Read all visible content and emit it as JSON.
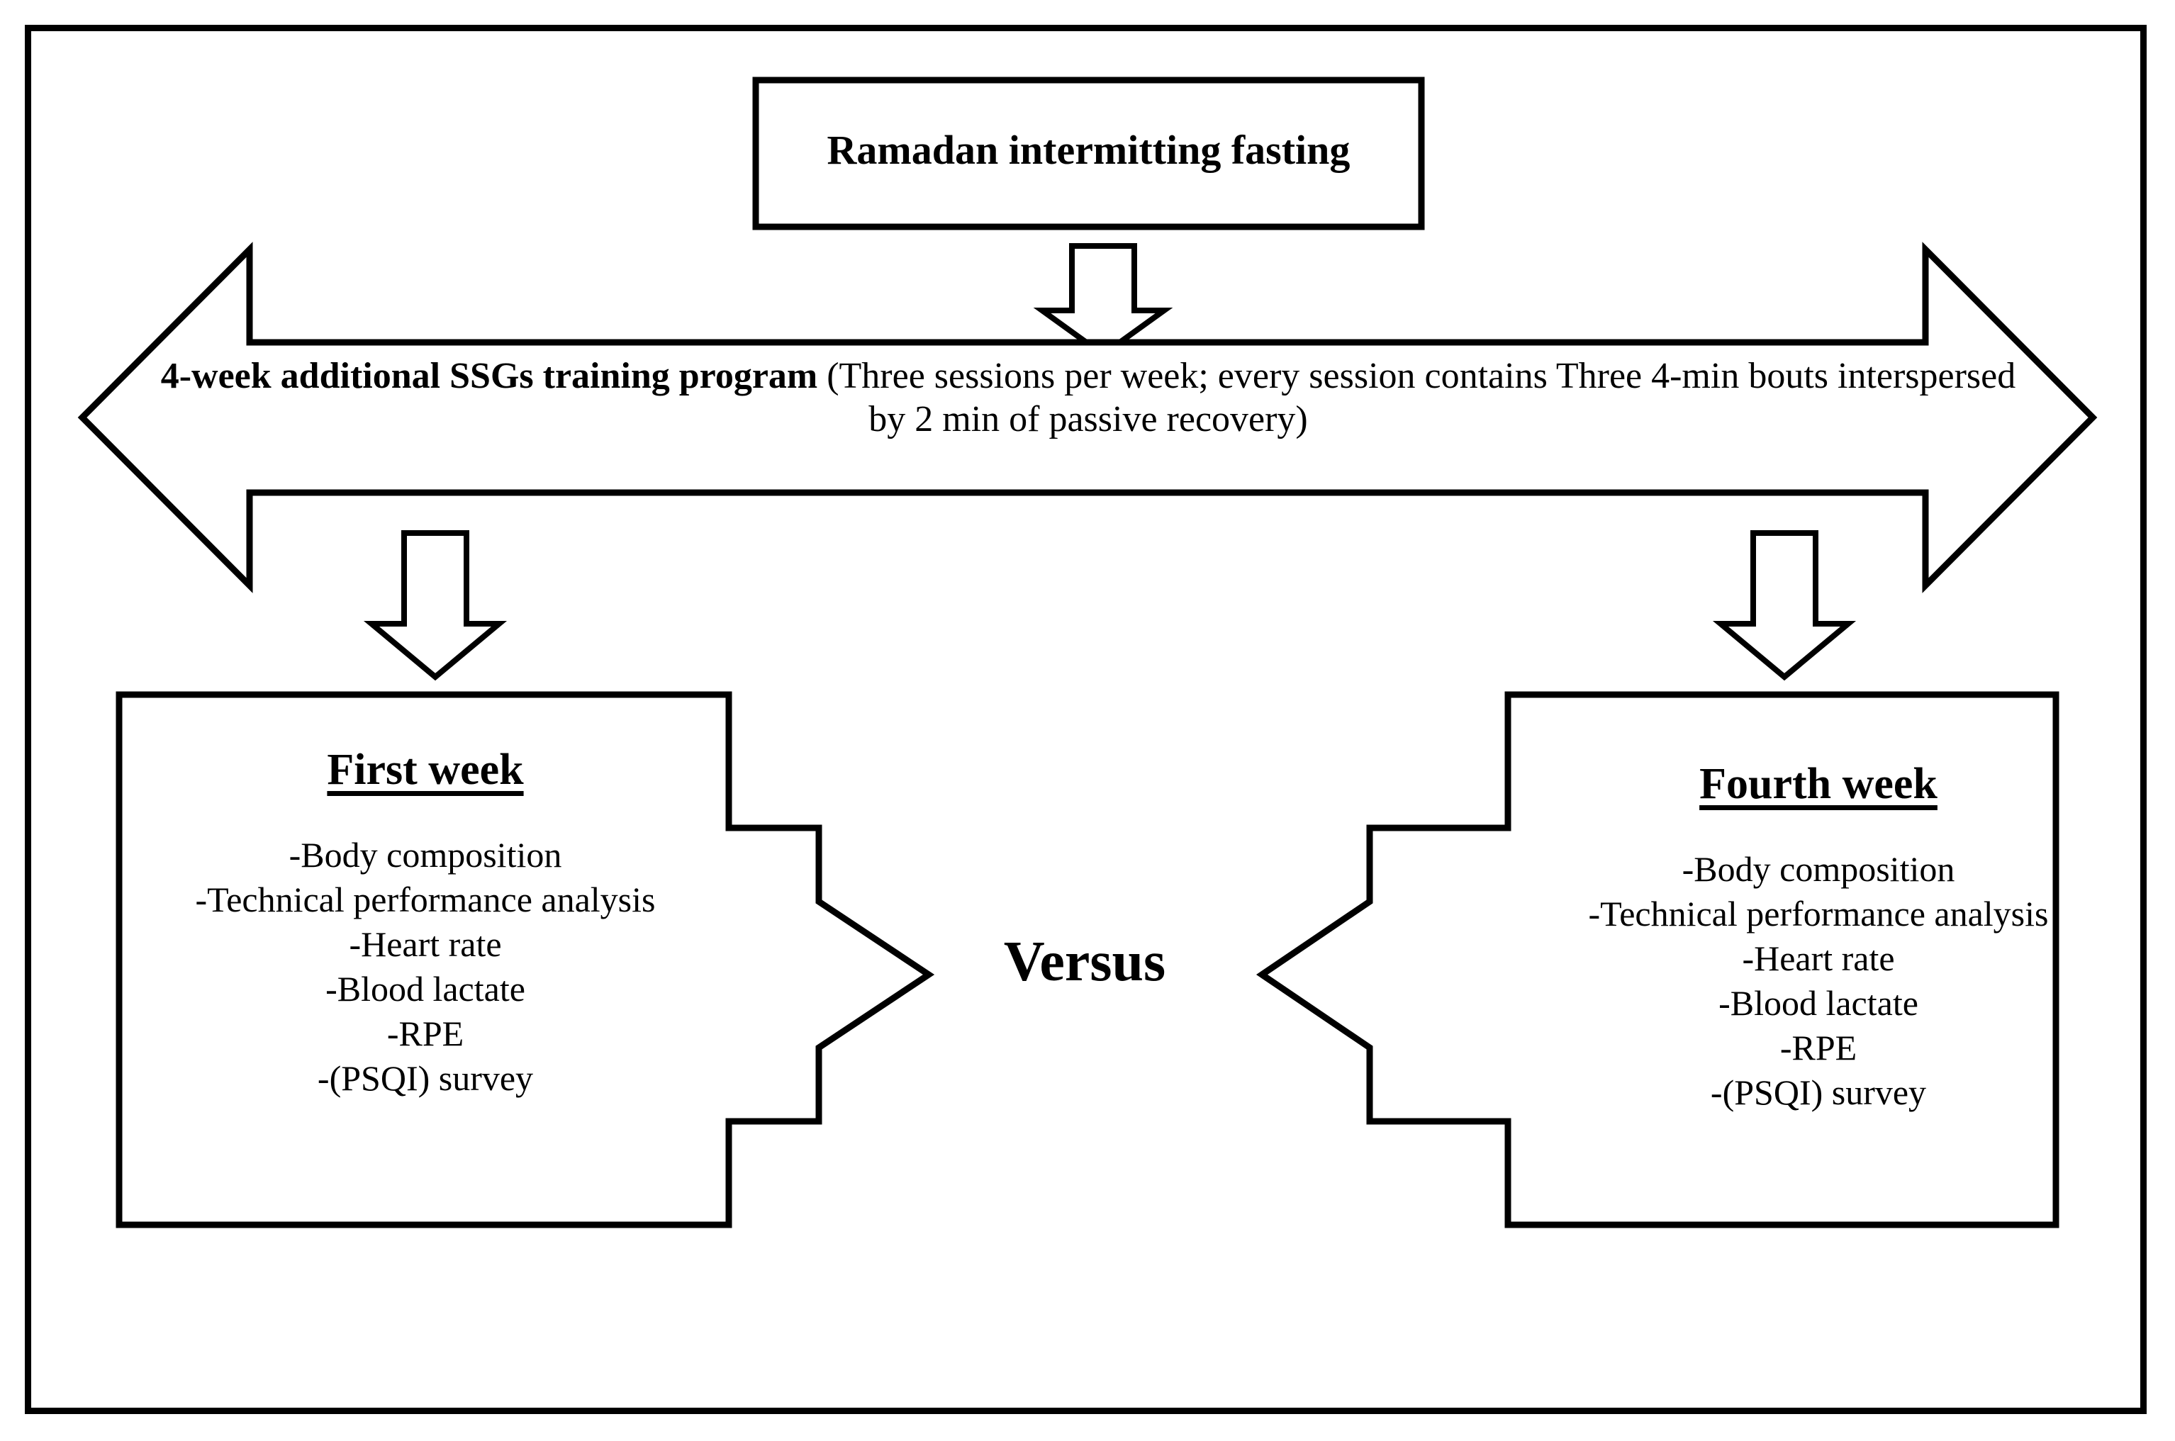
{
  "figure": {
    "type": "flow-diagram",
    "title_box": {
      "label": "Ramadan intermitting fasting"
    },
    "banner": {
      "bold_label": "4-week additional SSGs training program",
      "detail_label": " (Three sessions per week; every session contains Three 4-min bouts interspersed by 2 min of passive recovery)",
      "arrow_style": "double-headed-horizontal"
    },
    "center": {
      "label": "Versus"
    },
    "panels": [
      {
        "id": "first-week",
        "heading": "First week",
        "items": [
          "-Body composition",
          "-Technical performance analysis",
          "-Heart rate",
          "-Blood lactate",
          "-RPE",
          "-(PSQI) survey"
        ]
      },
      {
        "id": "fourth-week",
        "heading": "Fourth week",
        "items": [
          "-Body composition",
          "-Technical performance analysis",
          "-Heart rate",
          "-Blood lactate",
          "-RPE",
          "-(PSQI) survey"
        ]
      }
    ],
    "connectors": [
      {
        "name": "title-to-banner-arrow",
        "direction": "down"
      },
      {
        "name": "banner-to-first-week-arrow",
        "direction": "down"
      },
      {
        "name": "banner-to-fourth-week-arrow",
        "direction": "down"
      },
      {
        "name": "first-week-to-versus-arrow",
        "direction": "right"
      },
      {
        "name": "fourth-week-to-versus-arrow",
        "direction": "left"
      }
    ],
    "colors": {
      "stroke": "#000000",
      "fill": "#ffffff",
      "text": "#000000"
    }
  }
}
